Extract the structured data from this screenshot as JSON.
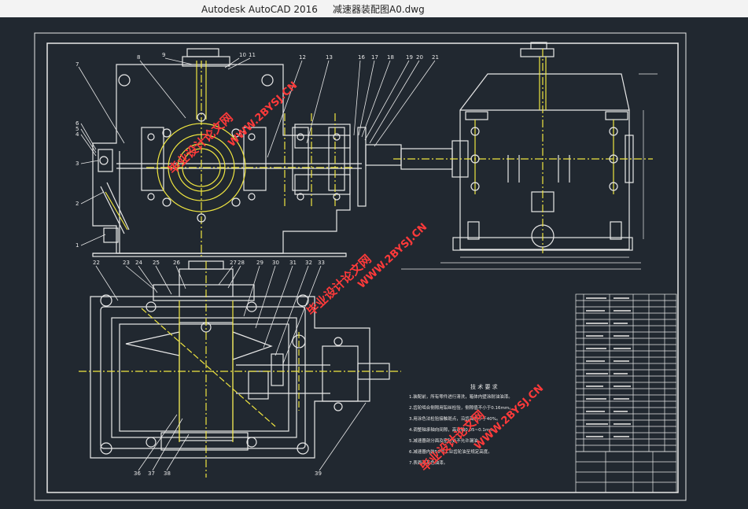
{
  "window": {
    "app_name": "Autodesk AutoCAD 2016",
    "file_name": "减速器装配图A0.dwg"
  },
  "watermarks": {
    "cn_text": "毕业设计论文网",
    "url_text": "WWW.2BYSJ.CN"
  },
  "callouts_top": [
    "7",
    "8",
    "9",
    "10",
    "11",
    "12",
    "13",
    "16",
    "17",
    "18",
    "19",
    "20",
    "21"
  ],
  "callouts_left": [
    "6",
    "5",
    "4",
    "3",
    "2",
    "1"
  ],
  "callouts_bottom_top": [
    "22",
    "23",
    "24",
    "25",
    "26",
    "27",
    "28",
    "29",
    "30",
    "31",
    "32",
    "33"
  ],
  "callouts_bottom_foot": [
    "36",
    "37",
    "38",
    "39"
  ],
  "tech_requirements": {
    "heading": "技 术 要 求",
    "lines": [
      "1.装配前，所有零件进行清洗，箱体内壁涂耐油油漆。",
      "2.齿轮啮合侧隙用铅丝检验，侧隙值不小于0.16mm。",
      "3.用涂色法检验接触斑点，沿齿高不小于40%。",
      "4.调整轴承轴向间隙，高速轴0.05~0.1mm。",
      "5.减速器剖分面及密封处不允许漏油。",
      "6.减速器内装50号工业齿轮油至规定高度。",
      "7.表面涂灰色油漆。"
    ]
  },
  "colors": {
    "background": "#212830",
    "line_white": "#e8e8e8",
    "line_yellow": "#f0e640",
    "watermark": "#ff3a3a"
  }
}
